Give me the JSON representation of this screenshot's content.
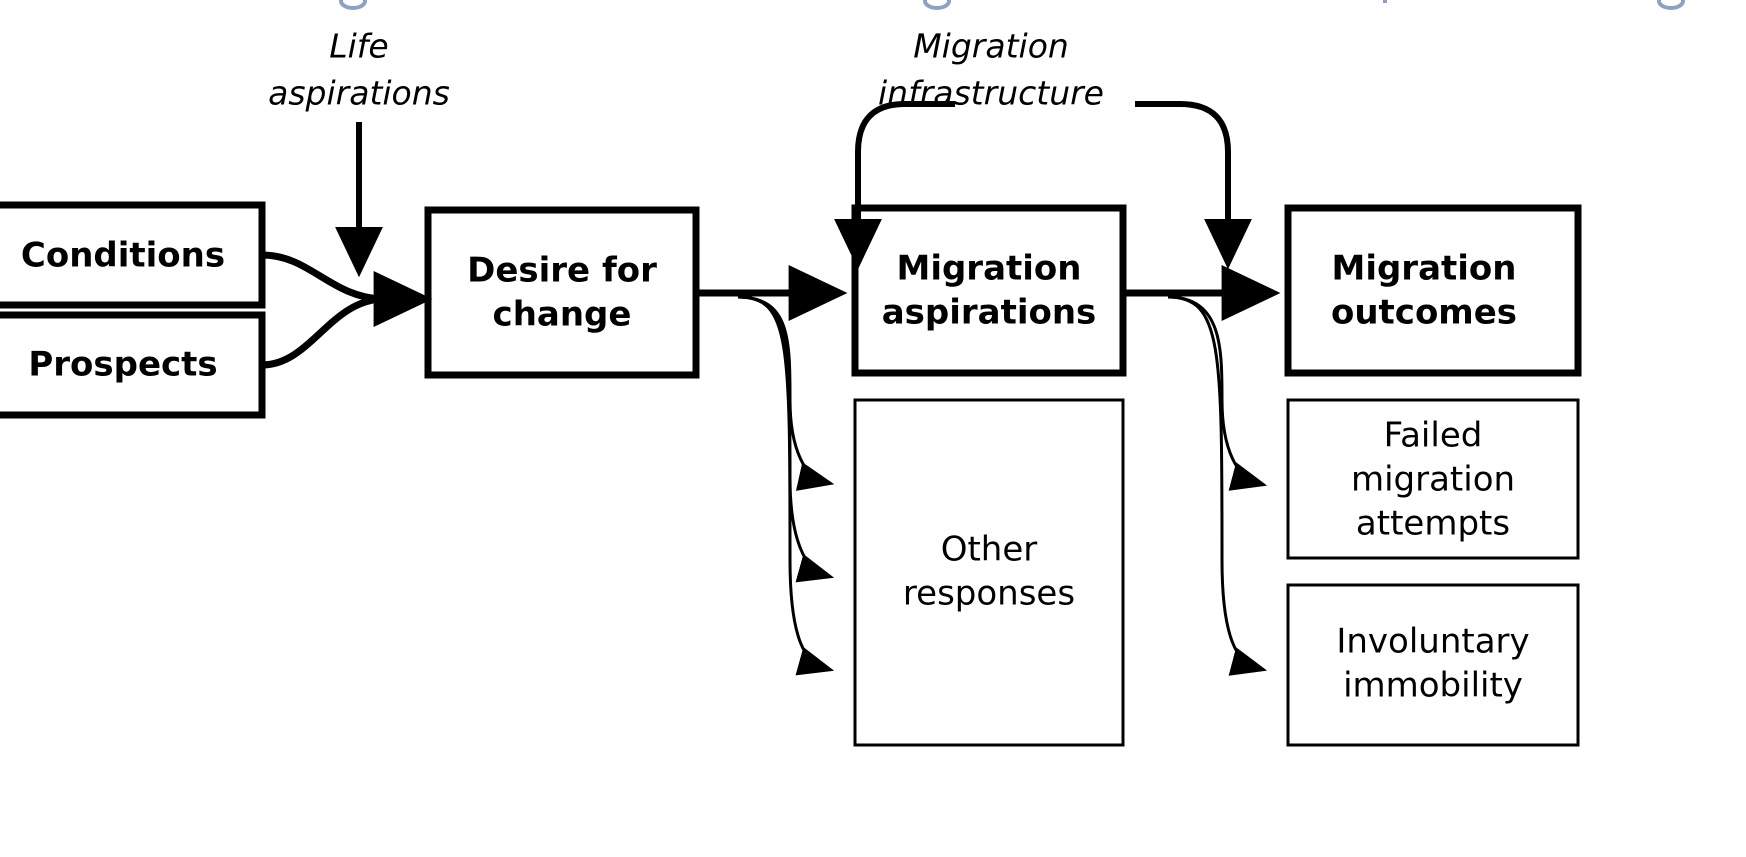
{
  "figure": {
    "type": "flow-diagram",
    "title_cropped_partial": "",
    "background": "#ffffff",
    "stroke_color": "#000000",
    "cropped_caption_color": "#7b8fb5"
  },
  "nodes": [
    {
      "id": "conditions",
      "label": "Conditions",
      "style": "heavy-bold",
      "cropped_left": true
    },
    {
      "id": "prospects",
      "label": "Prospects",
      "style": "heavy-bold",
      "cropped_left": true
    },
    {
      "id": "desire-for-change",
      "label_line1": "Desire for",
      "label_line2": "change",
      "style": "heavy-bold"
    },
    {
      "id": "migration-aspirations",
      "label_line1": "Migration",
      "label_line2": "aspirations",
      "style": "heavy-bold"
    },
    {
      "id": "migration-outcomes",
      "label_line1": "Migration",
      "label_line2": "outcomes",
      "style": "heavy-bold",
      "cropped_right": true
    },
    {
      "id": "other-responses",
      "label_line1": "Other",
      "label_line2": "responses",
      "style": "light-regular"
    },
    {
      "id": "failed-migration-attempts",
      "label_line1": "Failed",
      "label_line2": "migration",
      "label_line3": "attempts",
      "style": "light-regular"
    },
    {
      "id": "involuntary-immobility",
      "label_line1": "Involuntary",
      "label_line2": "immobility",
      "style": "light-regular"
    }
  ],
  "edge_labels": [
    {
      "id": "life-aspirations",
      "line1": "Life",
      "line2": "aspirations",
      "style": "italic",
      "target": "desire-for-change"
    },
    {
      "id": "migration-infrastructure",
      "line1": "Migration",
      "line2": "infrastructure",
      "style": "italic",
      "targets": [
        "migration-aspirations",
        "migration-outcomes"
      ]
    }
  ],
  "edges": [
    {
      "from": "conditions",
      "to": "desire-for-change",
      "kind": "merge-curve"
    },
    {
      "from": "prospects",
      "to": "desire-for-change",
      "kind": "merge-curve"
    },
    {
      "from": "life-aspirations",
      "to": "desire-for-change",
      "kind": "straight-down"
    },
    {
      "from": "desire-for-change",
      "to": "migration-aspirations",
      "kind": "straight-right"
    },
    {
      "from": "migration-aspirations",
      "to": "migration-outcomes",
      "kind": "straight-right"
    },
    {
      "from": "migration-infrastructure",
      "to": "migration-aspirations",
      "kind": "bracket-down-left"
    },
    {
      "from": "migration-infrastructure",
      "to": "migration-outcomes",
      "kind": "bracket-down-right"
    },
    {
      "from": "desire-for-change",
      "to": "other-responses",
      "kind": "branch-curve",
      "count": 3
    },
    {
      "from": "migration-aspirations",
      "to": "failed-migration-attempts",
      "kind": "branch-curve"
    },
    {
      "from": "migration-aspirations",
      "to": "involuntary-immobility",
      "kind": "branch-curve"
    }
  ]
}
